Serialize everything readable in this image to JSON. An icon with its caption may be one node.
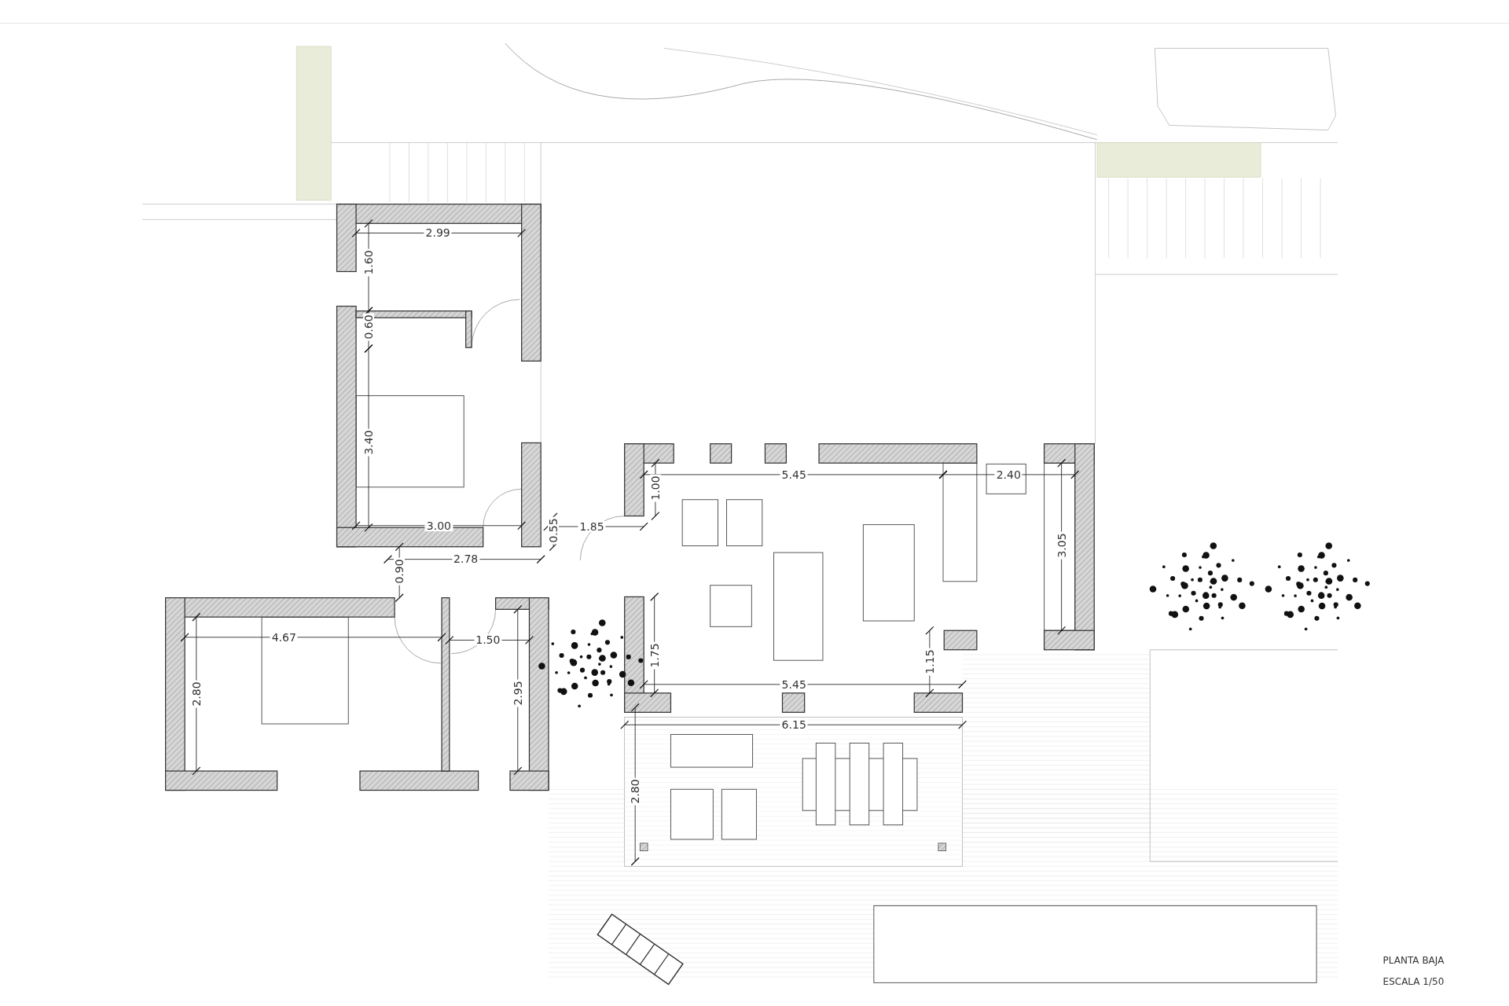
{
  "diagram": {
    "labels": [
      "2.99",
      "1.60",
      "0.60",
      "5.45",
      "2.40",
      "3.40",
      "1.00",
      "3.00",
      "0.55",
      "1.85",
      "3.05",
      "2.78",
      "0.90",
      "4.67",
      "1.50",
      "1.75",
      "1.15",
      "2.80",
      "2.95",
      "5.45",
      "6.15",
      "2.80",
      "PLANTA BAJA",
      "ESCALA 1/50"
    ]
  }
}
